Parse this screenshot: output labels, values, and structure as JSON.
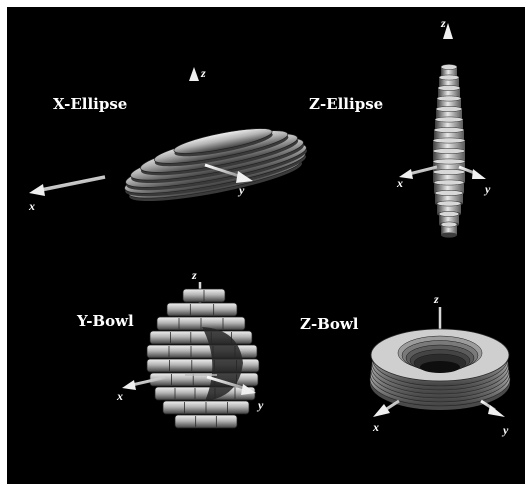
{
  "panels": [
    {
      "id": "x-ellipse",
      "title": "X-Ellipse",
      "axes": {
        "x": "x",
        "y": "y",
        "z": "z"
      }
    },
    {
      "id": "z-ellipse",
      "title": "Z-Ellipse",
      "axes": {
        "x": "x",
        "y": "y",
        "z": "z"
      }
    },
    {
      "id": "y-bowl",
      "title": "Y-Bowl",
      "axes": {
        "x": "x",
        "y": "y",
        "z": "z"
      }
    },
    {
      "id": "z-bowl",
      "title": "Z-Bowl",
      "axes": {
        "x": "x",
        "y": "y",
        "z": "z"
      }
    }
  ],
  "colors": {
    "background": "#000000",
    "border": "#ffffff",
    "surface_light": "#e6e6e6",
    "surface_mid": "#9a9a9a",
    "surface_dark": "#3a3a3a",
    "axis_arrow": "#f2f2f2"
  }
}
